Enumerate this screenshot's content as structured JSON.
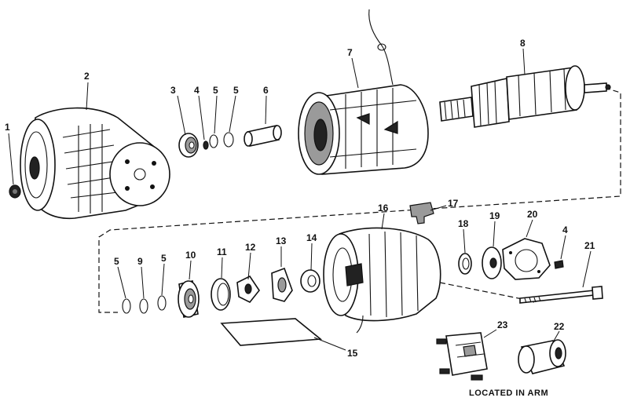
{
  "labels": {
    "p1": "1",
    "p2": "2",
    "p3": "3",
    "p4a": "4",
    "p5a": "5",
    "p5b": "5",
    "p6": "6",
    "p7": "7",
    "p8": "8",
    "p5c": "5",
    "p9": "9",
    "p5d": "5",
    "p10": "10",
    "p11": "11",
    "p12": "12",
    "p13": "13",
    "p14": "14",
    "p15": "15",
    "p16": "16",
    "p17": "17",
    "p18": "18",
    "p19": "19",
    "p20": "20",
    "p4b": "4",
    "p21": "21",
    "p22": "22",
    "p23": "23"
  },
  "note": "LOCATED IN ARM"
}
